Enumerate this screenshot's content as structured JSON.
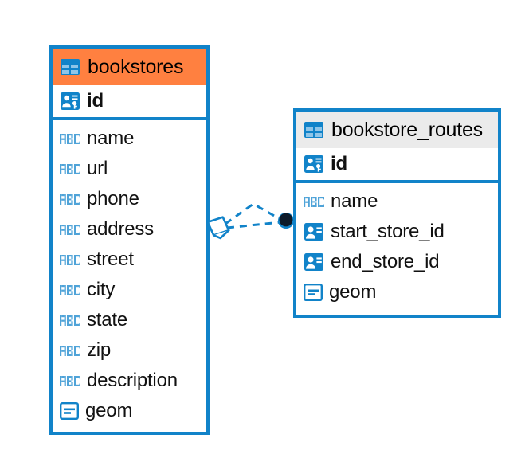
{
  "diagram": {
    "type": "entity-relationship-diagram",
    "background": "#ffffff",
    "accent_color": "#1183c9",
    "highlight_color": "#ff8040",
    "neutral_header_color": "#ebebeb"
  },
  "entities": [
    {
      "name": "bookstores",
      "header_style": "accent",
      "icon": "table-grid-icon",
      "fields": [
        {
          "name": "id",
          "type_icon": "primary-key-icon",
          "bold": true,
          "role": "primary-key"
        },
        {
          "name": "name",
          "type_icon": "abc-text-icon",
          "bold": false,
          "role": "text"
        },
        {
          "name": "url",
          "type_icon": "abc-text-icon",
          "bold": false,
          "role": "text"
        },
        {
          "name": "phone",
          "type_icon": "abc-text-icon",
          "bold": false,
          "role": "text"
        },
        {
          "name": "address",
          "type_icon": "abc-text-icon",
          "bold": false,
          "role": "text"
        },
        {
          "name": "street",
          "type_icon": "abc-text-icon",
          "bold": false,
          "role": "text"
        },
        {
          "name": "city",
          "type_icon": "abc-text-icon",
          "bold": false,
          "role": "text"
        },
        {
          "name": "state",
          "type_icon": "abc-text-icon",
          "bold": false,
          "role": "text"
        },
        {
          "name": "zip",
          "type_icon": "abc-text-icon",
          "bold": false,
          "role": "text"
        },
        {
          "name": "description",
          "type_icon": "abc-text-icon",
          "bold": false,
          "role": "text"
        },
        {
          "name": "geom",
          "type_icon": "geometry-icon",
          "bold": false,
          "role": "geometry"
        }
      ]
    },
    {
      "name": "bookstore_routes",
      "header_style": "plain",
      "icon": "table-grid-icon",
      "fields": [
        {
          "name": "id",
          "type_icon": "primary-key-icon",
          "bold": true,
          "role": "primary-key"
        },
        {
          "name": "name",
          "type_icon": "abc-text-icon",
          "bold": false,
          "role": "text"
        },
        {
          "name": "start_store_id",
          "type_icon": "foreign-key-icon",
          "bold": false,
          "role": "foreign-key"
        },
        {
          "name": "end_store_id",
          "type_icon": "foreign-key-icon",
          "bold": false,
          "role": "foreign-key"
        },
        {
          "name": "geom",
          "type_icon": "geometry-icon",
          "bold": false,
          "role": "geometry"
        }
      ]
    }
  ],
  "relationship": {
    "from_entity": "bookstores",
    "to_entity": "bookstore_routes",
    "from_marker": "diamond-marker",
    "to_marker": "filled-circle-marker",
    "line_style": "dashed",
    "line_color": "#1183c9",
    "branches": 2
  },
  "icon_labels": {
    "abc": "ABC"
  }
}
